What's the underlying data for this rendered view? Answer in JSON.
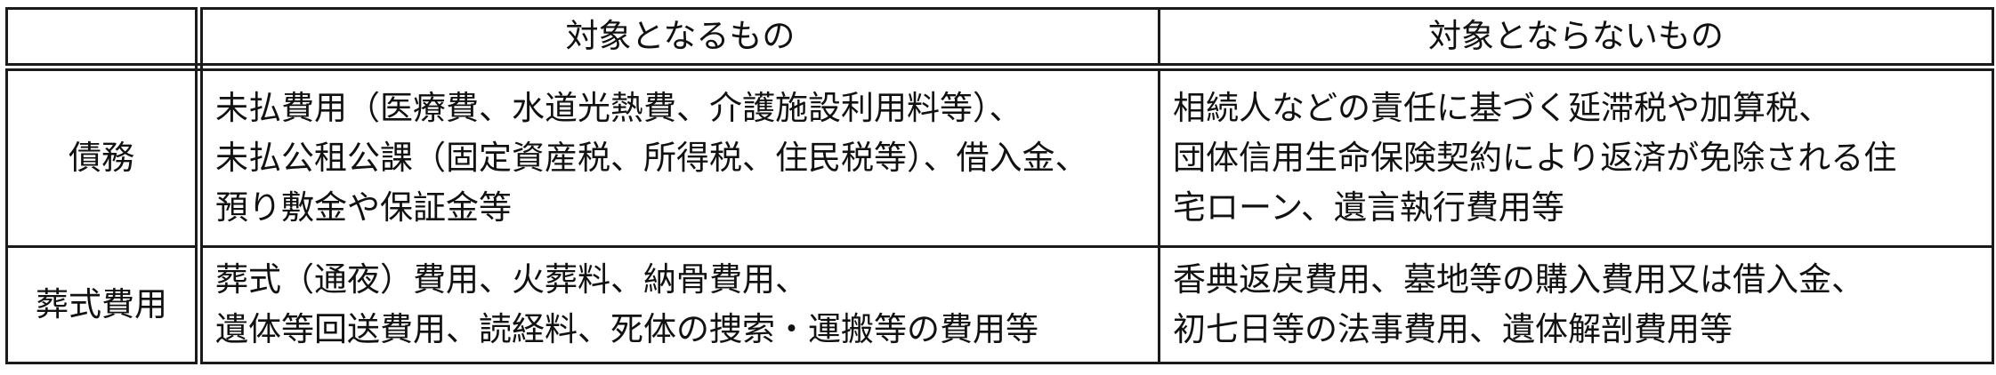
{
  "table": {
    "header": {
      "corner": "",
      "included": "対象となるもの",
      "excluded": "対象とならないもの"
    },
    "rows": [
      {
        "label": "債務",
        "included": [
          "未払費用（医療費、水道光熱費、介護施設利用料等）、",
          "未払公租公課（固定資産税、所得税、住民税等）、借入金、",
          "預り敷金や保証金等"
        ],
        "excluded": [
          "相続人などの責任に基づく延滞税や加算税、",
          "団体信用生命保険契約により返済が免除される住",
          "宅ローン、遺言執行費用等"
        ]
      },
      {
        "label": "葬式費用",
        "included": [
          "葬式（通夜）費用、火葬料、納骨費用、",
          "遺体等回送費用、読経料、死体の捜索・運搬等の費用等"
        ],
        "excluded": [
          "香典返戻費用、墓地等の購入費用又は借入金、",
          "初七日等の法事費用、遺体解剖費用等"
        ]
      }
    ]
  }
}
